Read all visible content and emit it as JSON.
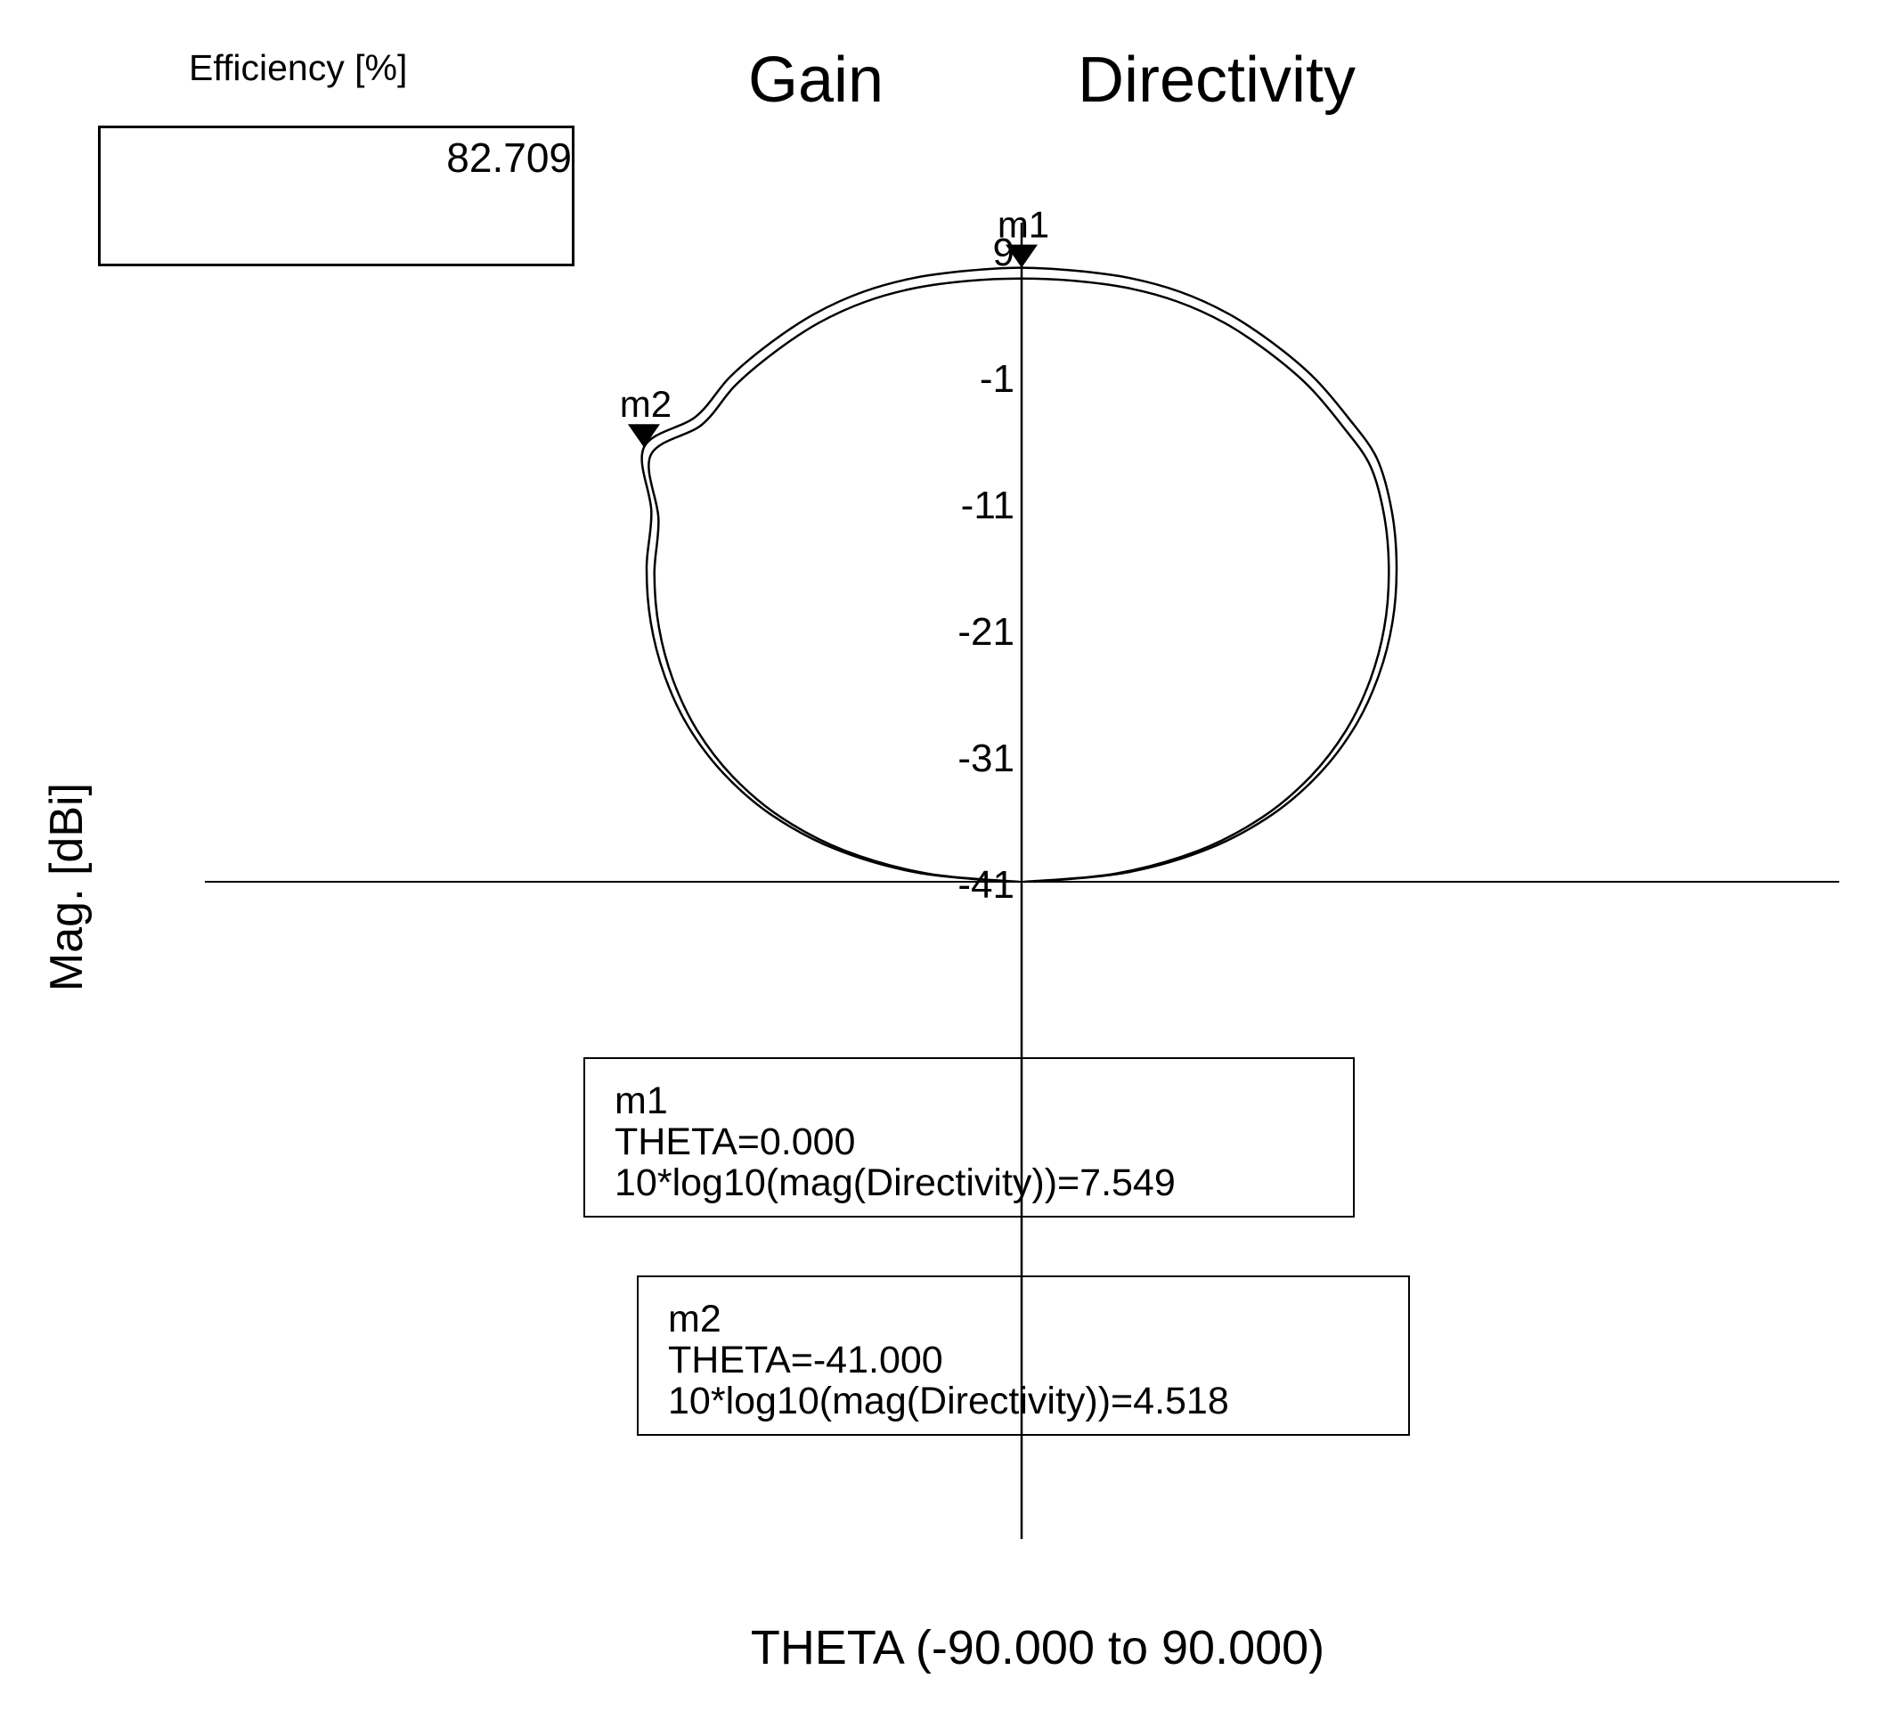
{
  "efficiency": {
    "label": "Efficiency [%]",
    "value": "82.709"
  },
  "chart_data": {
    "type": "polar",
    "title_words": [
      "Gain",
      "Directivity"
    ],
    "xlabel": "THETA (-90.000 to 90.000)",
    "ylabel": "Mag. [dBi]",
    "theta_range": [
      -90,
      90
    ],
    "radial_range": [
      -41,
      9
    ],
    "radial_ticks": [
      "9",
      "-1",
      "-11",
      "-21",
      "-31",
      "-41"
    ],
    "series": [
      {
        "name": "Directivity",
        "theta": [
          -90,
          -85,
          -80,
          -75,
          -70,
          -65,
          -60,
          -55,
          -50,
          -45,
          -41,
          -35,
          -30,
          -25,
          -20,
          -15,
          -10,
          -5,
          0,
          5,
          10,
          15,
          20,
          25,
          30,
          35,
          40,
          45,
          50,
          55,
          60,
          65,
          70,
          75,
          80,
          85,
          90
        ],
        "values": [
          -40.0,
          -32.7,
          -26.0,
          -20.5,
          -15.9,
          -11.9,
          -8.4,
          -5.2,
          -2.3,
          0.4,
          4.518,
          3.9,
          5.1,
          6.0,
          6.8,
          7.3,
          7.5,
          7.5,
          7.549,
          7.5,
          7.5,
          7.3,
          6.8,
          6.0,
          5.1,
          3.9,
          2.7,
          0.4,
          -2.3,
          -5.2,
          -8.4,
          -11.9,
          -15.9,
          -20.5,
          -26.0,
          -32.7,
          -40.0
        ]
      },
      {
        "name": "Gain",
        "theta": [
          -90,
          -85,
          -80,
          -75,
          -70,
          -65,
          -60,
          -55,
          -50,
          -45,
          -41,
          -35,
          -30,
          -25,
          -20,
          -15,
          -10,
          -5,
          0,
          5,
          10,
          15,
          20,
          25,
          30,
          35,
          40,
          45,
          50,
          55,
          60,
          65,
          70,
          75,
          80,
          85,
          90
        ],
        "values": [
          -40.8,
          -33.5,
          -26.8,
          -21.3,
          -16.7,
          -12.7,
          -9.2,
          -6.0,
          -3.1,
          -0.4,
          3.7,
          3.1,
          4.3,
          5.2,
          6.0,
          6.5,
          6.7,
          6.7,
          6.7,
          6.7,
          6.7,
          6.5,
          6.0,
          5.2,
          4.3,
          3.1,
          1.9,
          -0.4,
          -3.1,
          -6.0,
          -9.2,
          -12.7,
          -16.7,
          -21.3,
          -26.8,
          -33.5,
          -40.8
        ]
      }
    ],
    "markers": [
      {
        "name": "m1",
        "theta": 0.0,
        "value": 7.549,
        "lines": [
          "m1",
          "THETA=0.000",
          "10*log10(mag(Directivity))=7.549"
        ]
      },
      {
        "name": "m2",
        "theta": -41.0,
        "value": 4.518,
        "lines": [
          "m2",
          "THETA=-41.000",
          "10*log10(mag(Directivity))=4.518"
        ]
      }
    ]
  }
}
